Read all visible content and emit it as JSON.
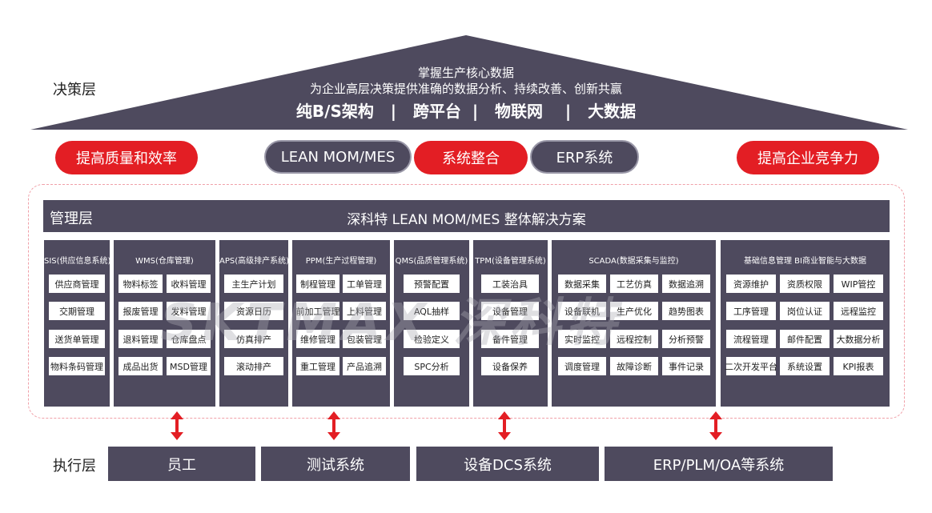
{
  "layers": {
    "decision": "决策层",
    "management": "管理层",
    "execution": "执行层"
  },
  "roof": {
    "line1": "掌握生产核心数据",
    "line2": "为企业高层决策提供准确的数据分析、持续改善、创新共赢",
    "line3": "纯B/S架构   |   跨平台  |   物联网    |   大数据"
  },
  "pills": [
    {
      "label": "提高质量和效率",
      "style": "red"
    },
    {
      "label": "LEAN MOM/MES",
      "style": "gray"
    },
    {
      "label": "系统整合",
      "style": "red"
    },
    {
      "label": "ERP系统",
      "style": "gray"
    },
    {
      "label": "提高企业竞争力",
      "style": "red"
    }
  ],
  "solution_title": "深科特 LEAN MOM/MES 整体解决方案",
  "modules": [
    {
      "title": "SIS(供应信息系统)",
      "cells": [
        "供应商管理",
        "交期管理",
        "送货单管理",
        "物料条码管理"
      ]
    },
    {
      "title": "WMS(仓库管理)",
      "cells": [
        "物料标签",
        "收料管理",
        "报废管理",
        "发料管理",
        "退料管理",
        "仓库盘点",
        "成品出货",
        "MSD管理"
      ]
    },
    {
      "title": "APS(高级排产系统)",
      "cells": [
        "主生产计划",
        "资源日历",
        "仿真排产",
        "滚动排产"
      ]
    },
    {
      "title": "PPM(生产过程管理)",
      "cells": [
        "制程管理",
        "工单管理",
        "前加工管理",
        "上料管理",
        "维修管理",
        "包装管理",
        "重工管理",
        "产品追溯"
      ]
    },
    {
      "title": "QMS(品质管理系统)",
      "cells": [
        "预警配置",
        "AQL抽样",
        "检验定义",
        "SPC分析"
      ]
    },
    {
      "title": "TPM(设备管理系统)",
      "cells": [
        "工装治具",
        "设备管理",
        "备件管理",
        "设备保养"
      ]
    },
    {
      "title": "SCADA(数据采集与监控)",
      "cells": [
        "数据采集",
        "工艺仿真",
        "数据追溯",
        "设备联机",
        "生产优化",
        "趋势图表",
        "实时监控",
        "远程控制",
        "分析预警",
        "调度管理",
        "故障诊断",
        "事件记录"
      ]
    },
    {
      "title": "基础信息管理 BI商业智能与大数据",
      "cells": [
        "资源维护",
        "资质权限",
        "WIP管控",
        "工序管理",
        "岗位认证",
        "远程监控",
        "流程管理",
        "邮件配置",
        "大数据分析",
        "二次开发平台",
        "系统设置",
        "KPI报表"
      ]
    }
  ],
  "watermark": "SKTMAX 深科特",
  "execution_systems": [
    "员工",
    "测试系统",
    "设备DCS系统",
    "ERP/PLM/OA等系统"
  ],
  "colors": {
    "dark": "#4e4a5e",
    "accent_red": "#e31e24"
  },
  "icons": {
    "arrow": "double-arrow-vertical-icon"
  }
}
